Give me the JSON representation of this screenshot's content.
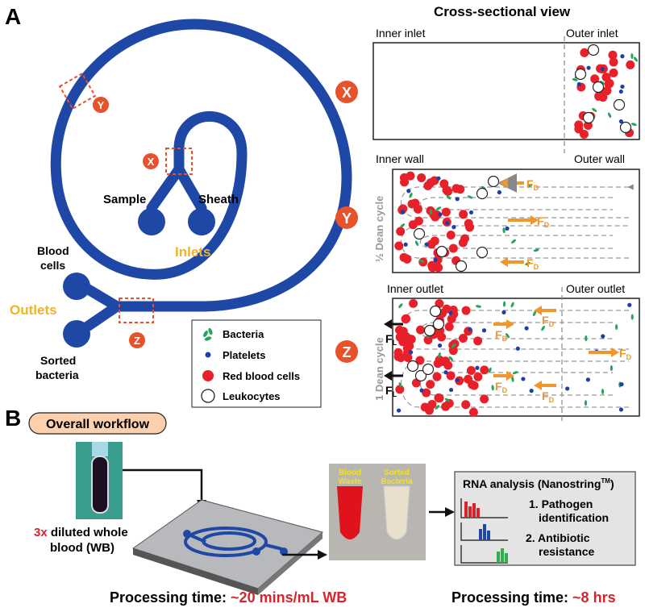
{
  "panel_a": {
    "letter": "A",
    "cross_section_title": "Cross-sectional view",
    "chip": {
      "inlet_sample": "Sample",
      "inlet_sheath": "Sheath",
      "inlets": "Inlets",
      "outlets": "Outlets",
      "outlet_blood_line1": "Blood",
      "outlet_blood_line2": "cells",
      "outlet_sorted_line1": "Sorted",
      "outlet_sorted_line2": "bacteria",
      "markers": [
        "X",
        "Y",
        "Z"
      ]
    },
    "legend": [
      "Bacteria",
      "Platelets",
      "Red blood cells",
      "Leukocytes"
    ],
    "box_x": {
      "marker": "X",
      "left_label": "Inner inlet",
      "right_label": "Outer inlet"
    },
    "box_y": {
      "marker": "Y",
      "left_label": "Inner wall",
      "right_label": "Outer wall",
      "side_label": "½ Dean cycle"
    },
    "box_z": {
      "marker": "Z",
      "left_label": "Inner outlet",
      "right_label": "Outer outlet",
      "side_label": "1 Dean cycle"
    },
    "force_d": "F",
    "force_d_sub": "D",
    "force_l": "F",
    "force_l_sub": "L"
  },
  "panel_b": {
    "letter": "B",
    "workflow_label": "Overall workflow",
    "wb_prefix": "3x",
    "wb_line1": " diluted whole",
    "wb_line2": "blood (WB)",
    "tube_left": "Blood\nWaste",
    "tube_right": "Sorted\nBacteria",
    "rna_title": "RNA analysis (Nanostring",
    "rna_tm": "TM",
    "rna_title_end": ")",
    "rna_item1_line1": "1. Pathogen",
    "rna_item1_line2": "identification",
    "rna_item2_line1": "2. Antibiotic",
    "rna_item2_line2": "resistance",
    "time1_prefix": "Processing time: ",
    "time1_value": "~20 mins/mL WB",
    "time2_prefix": "Processing time: ",
    "time2_value": "~8 hrs"
  },
  "colors": {
    "channel": "#1f48a6",
    "marker": "#e8522b",
    "label_yellow": "#f0b323",
    "rbc": "#e8202a",
    "platelet": "#1f3fa8",
    "bacteria": "#26a65b",
    "force": "#f0962a",
    "time_red": "#d9232a"
  }
}
